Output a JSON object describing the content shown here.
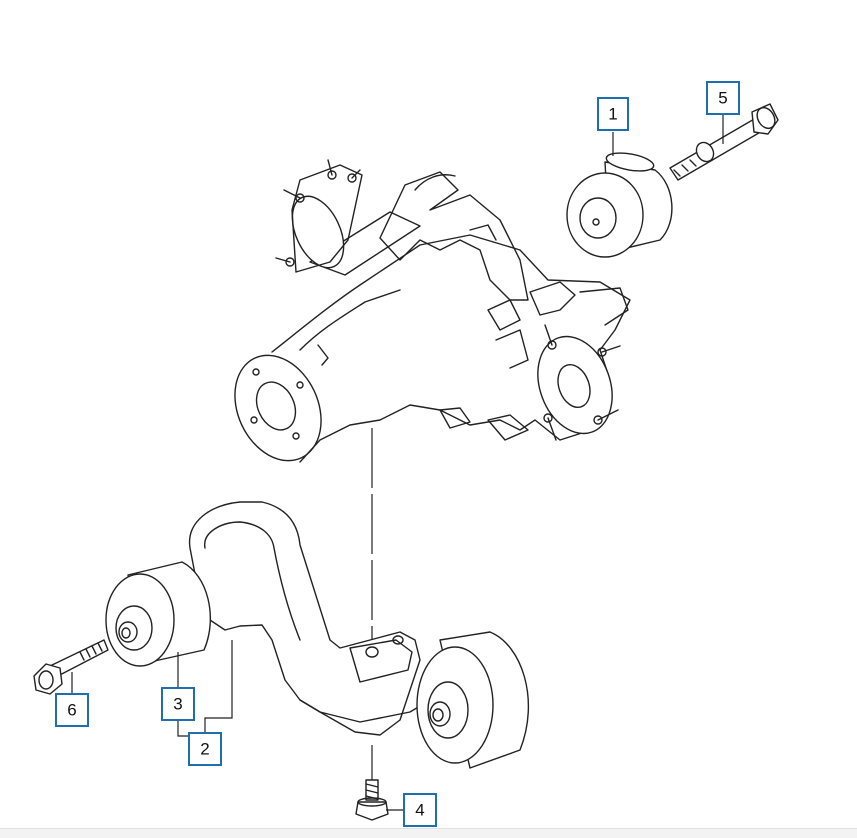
{
  "callouts": [
    {
      "id": "1",
      "label": "1"
    },
    {
      "id": "2",
      "label": "2"
    },
    {
      "id": "3",
      "label": "3"
    },
    {
      "id": "4",
      "label": "4"
    },
    {
      "id": "5",
      "label": "5"
    },
    {
      "id": "6",
      "label": "6"
    }
  ],
  "colors": {
    "callout_border": "#1f6fb0",
    "line_art": "#222222",
    "background": "#ffffff"
  }
}
